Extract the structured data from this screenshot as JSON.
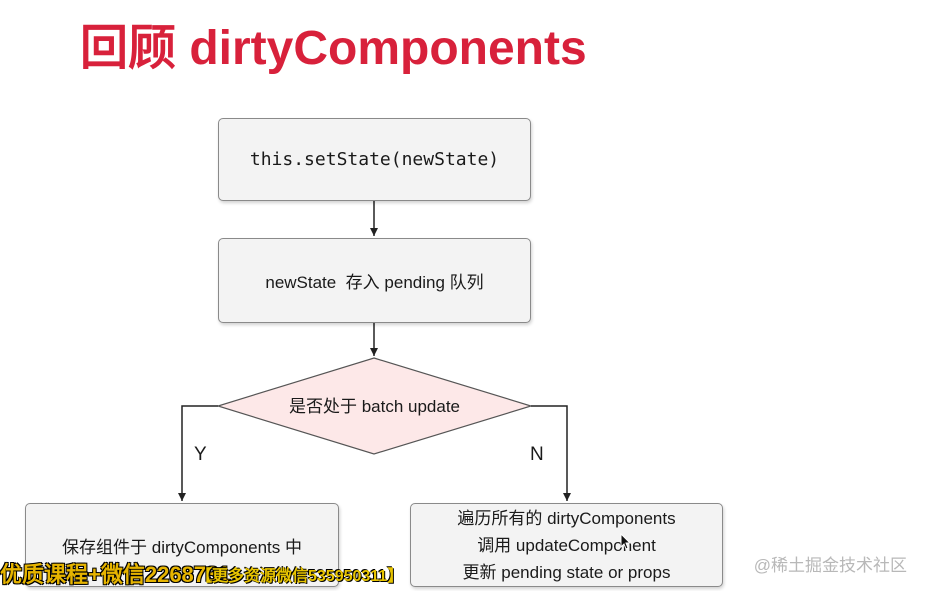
{
  "title": "回顾 dirtyComponents",
  "flow": {
    "step1": "this.setState(newState)",
    "step2": "newState  存入 pending 队列",
    "decision": "是否处于 batch update",
    "yes_label": "Y",
    "no_label": "N",
    "yes_box": "保存组件于 dirtyComponents 中",
    "no_box_lines": [
      "遍历所有的 dirtyComponents",
      "调用 updateComponent",
      "更新 pending state or props"
    ]
  },
  "overlay": {
    "promo": "优质课程+微信2268731",
    "promo_secondary": "【更多资源微信535950311】"
  },
  "watermark": "@稀土掘金技术社区",
  "colors": {
    "title": "#d8213b",
    "box_fill": "#f3f3f3",
    "diamond_fill": "#fde8e8",
    "line": "#222222"
  }
}
